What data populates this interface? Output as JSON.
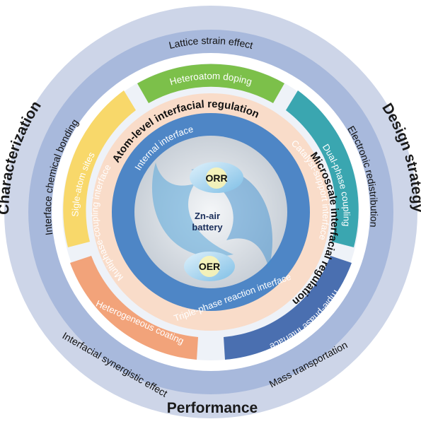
{
  "outer_labels": {
    "top": "Performance",
    "left": "Characterization",
    "right": "Design strategy"
  },
  "ring2": {
    "lattice": "Lattice strain effect",
    "interface_bonding": "Interface chemical bonding",
    "electronic": "Electronic redistribution",
    "mass": "Mass transportation",
    "synergistic": "Interfacial synergistic effect"
  },
  "segments": {
    "heteroatom": "Heteroatom doping",
    "single_atom": "Sigle-atom sites",
    "dual_phase": "Dual-phase coupling",
    "triple_phase": "Triple-phase interface",
    "heterogeneous": "Heterogeneous coating"
  },
  "regulation": {
    "atom_level": "Atom-level interfacial regulation",
    "microscale": "Microscale interfacial regulation"
  },
  "inner_ring": {
    "internal": "Internal interface",
    "catalyst_support": "Catalyst-support interface",
    "multiphase": "Multiphase-coupling interface",
    "triple_phase_reaction": "Triple-phase reaction interface"
  },
  "center": {
    "orr": "ORR",
    "oer": "OER",
    "line1": "Zn-air",
    "line2": "battery"
  },
  "colors": {
    "outer_ring": "#cdd5e8",
    "ring2": "#a8b9dc",
    "white_ring": "#ffffff",
    "peach": "#f9dcc9",
    "light_blue": "#c6e3f3",
    "inner_ring": "#4e86c6",
    "core": "#dfe4ea",
    "green": "#7cc04a",
    "yellow": "#f8d86a",
    "teal": "#3aa6b0",
    "navy": "#4a6fb0",
    "orange": "#f2a37a"
  }
}
